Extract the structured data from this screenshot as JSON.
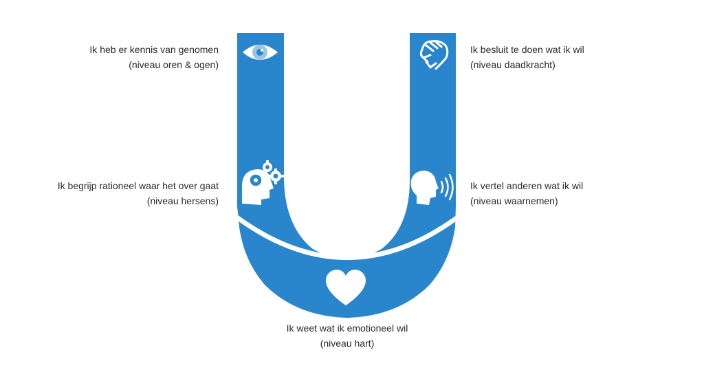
{
  "colors": {
    "u_fill": "#2a86cc",
    "icon_fill": "#ffffff",
    "eye_iris": "#9cc6e8",
    "eye_pupil": "#2a86cc"
  },
  "levels": {
    "ears_eyes": {
      "line1": "Ik heb er kennis van genomen",
      "line2": "(niveau oren & ogen)",
      "icon": "eye-icon"
    },
    "action": {
      "line1": "Ik besluit te doen wat ik wil",
      "line2": "(niveau daadkracht)",
      "icon": "fist-icon"
    },
    "brain": {
      "line1": "Ik begrijp rationeel waar het over gaat",
      "line2": "(niveau hersens)",
      "icon": "head-gears-icon"
    },
    "perceive": {
      "line1": "Ik vertel anderen wat ik wil",
      "line2": "(niveau waarnemen)",
      "icon": "speaking-head-icon"
    },
    "heart": {
      "line1": "Ik weet wat ik emotioneel wil",
      "line2": "(niveau hart)",
      "icon": "heart-icon"
    }
  }
}
